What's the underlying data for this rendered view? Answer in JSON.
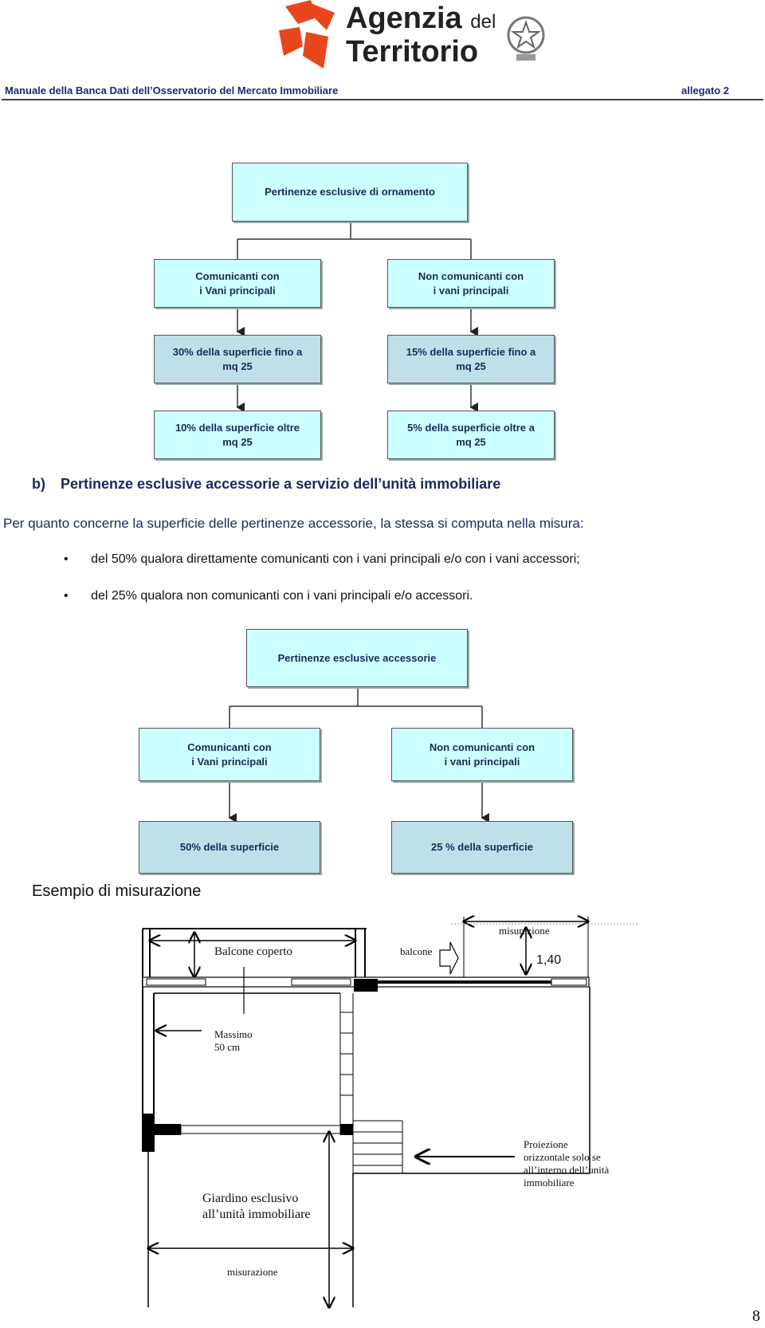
{
  "logo": {
    "line1": "Agenzia",
    "line1_suffix": "del",
    "line2": "Territorio"
  },
  "header": {
    "left": "Manuale della Banca Dati dell’Osservatorio del Mercato Immobiliare",
    "right": "allegato 2"
  },
  "chart1": {
    "root": "Pertinenze esclusive  di ornamento",
    "left_1": "Comunicanti con\ni  Vani principali",
    "right_1": "Non comunicanti con\ni  vani principali",
    "left_2": "30% della superficie fino a\nmq 25",
    "right_2": "15% della superficie fino a\nmq 25",
    "left_3": "10% della superficie oltre\nmq 25",
    "right_3": "5% della superficie oltre a\nmq 25"
  },
  "section_b": {
    "marker": "b)",
    "title": "Pertinenze esclusive accessorie a servizio dell’unità immobiliare",
    "intro": "Per quanto concerne la superficie delle pertinenze accessorie, la stessa si computa nella misura:",
    "bullets": [
      "del 50% qualora direttamente comunicanti con i vani principali e/o con i vani accessori;",
      "del 25% qualora non comunicanti con i vani principali e/o accessori."
    ]
  },
  "chart2": {
    "root": "Pertinenze esclusive  accessorie",
    "left_1": "Comunicanti con\ni  Vani principali",
    "right_1": "Non comunicanti con\ni  vani principali",
    "left_2": "50% della superficie",
    "right_2": "25 % della superficie"
  },
  "example": {
    "title": "Esempio di misurazione",
    "balcone_coperto": "Balcone coperto",
    "balcone": "balcone",
    "misurazione_top": "misurazione",
    "value_140": "1,40",
    "massimo": "Massimo\n50 cm",
    "proiezione": "Proiezione\norizzontale solo se\nall’interno dell’unità\nimmobiliare",
    "giardino": "Giardino esclusivo\nall’unità immobiliare",
    "misurazione_bottom": "misurazione"
  },
  "page_number": "8",
  "colors": {
    "accent": "#e8461c",
    "box_cyan": "#ccffff",
    "box_blue": "#bfe0e8",
    "text_blue": "#1a2a5a"
  }
}
